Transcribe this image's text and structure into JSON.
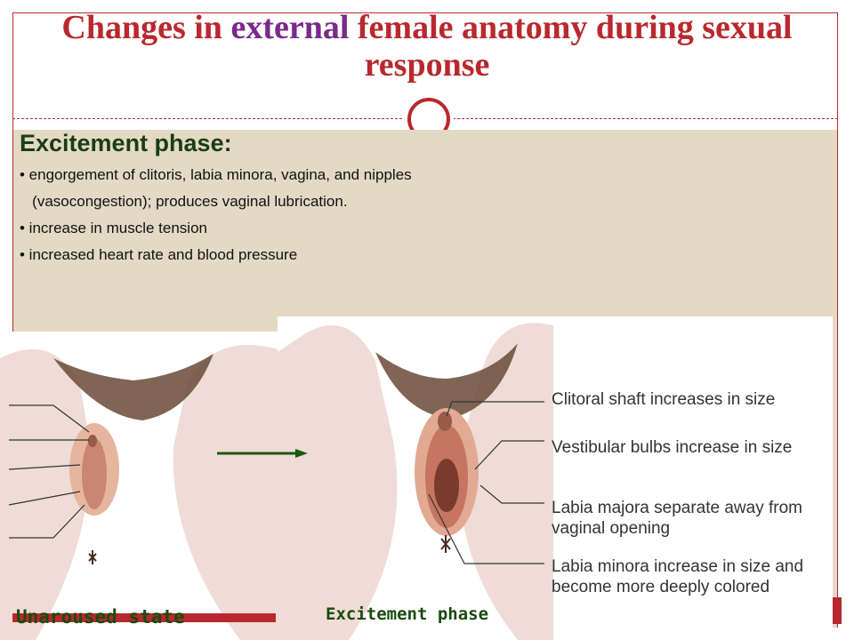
{
  "title": {
    "before": "Changes in ",
    "accent": "external",
    "after": " female anatomy during sexual response"
  },
  "heading": "Excitement phase:",
  "bullets": [
    "• engorgement of clitoris, labia minora, vagina, and nipples",
    "   (vasocongestion); produces vaginal lubrication.",
    "• increase in muscle tension",
    "• increased heart rate and blood pressure"
  ],
  "figure_labels": [
    "Clitoral shaft increases in size",
    "Vestibular bulbs increase in size",
    "Labia majora separate away from vaginal opening",
    "Labia minora increase in size and become more deeply colored"
  ],
  "captions": {
    "left": "Unaroused state",
    "right": "Excitement phase"
  },
  "colors": {
    "title": "#b9282e",
    "accent_word": "#7a2a8a",
    "heading": "#1a3d12",
    "content_bg": "#e3d9c5",
    "caption": "#1a4a10"
  }
}
